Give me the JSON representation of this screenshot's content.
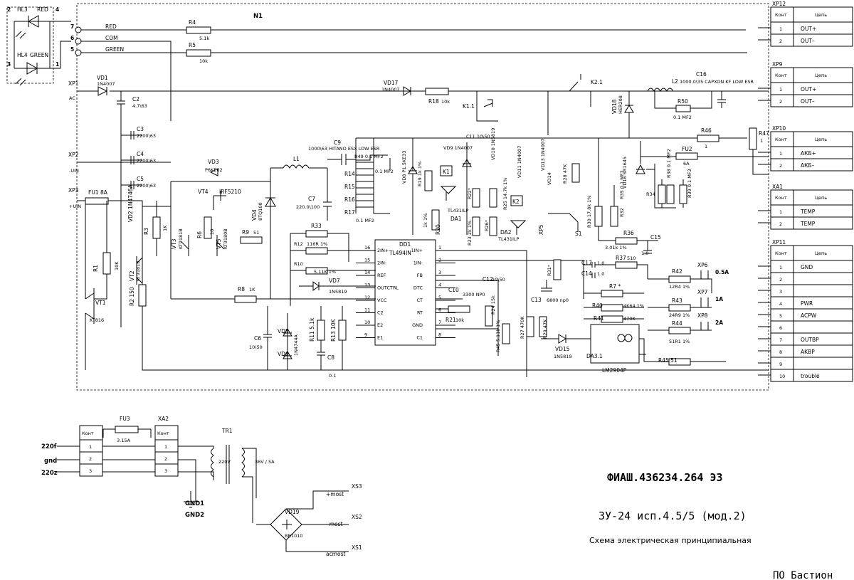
{
  "block_title": "N1",
  "title": {
    "code": "ФИАШ.436234.264 Э3",
    "device": "ЗУ-24 исп.4.5/5 (мод.2)",
    "sheet": "Схема электрическая принципиальная",
    "company": "ПО Бастион"
  },
  "column_headers": {
    "pin": "Конт",
    "circuit": "Цепь"
  },
  "connectors": {
    "xp12": {
      "name": "XP12",
      "rows": [
        {
          "pin": "1",
          "circuit": "OUT+"
        },
        {
          "pin": "2",
          "circuit": "OUT–"
        }
      ]
    },
    "xp9": {
      "name": "XP9",
      "rows": [
        {
          "pin": "1",
          "circuit": "OUT+"
        },
        {
          "pin": "2",
          "circuit": "OUT–"
        }
      ]
    },
    "xp10": {
      "name": "XP10",
      "rows": [
        {
          "pin": "1",
          "circuit": "АКБ+"
        },
        {
          "pin": "2",
          "circuit": "АКБ–"
        }
      ]
    },
    "xa1": {
      "name": "XA1",
      "rows": [
        {
          "pin": "1",
          "circuit": "TEMP"
        },
        {
          "pin": "2",
          "circuit": "TEMP"
        }
      ]
    },
    "xp11": {
      "name": "XP11",
      "rows": [
        {
          "pin": "1",
          "circuit": "GND"
        },
        {
          "pin": "2",
          "circuit": ""
        },
        {
          "pin": "3",
          "circuit": ""
        },
        {
          "pin": "4",
          "circuit": "PWR"
        },
        {
          "pin": "5",
          "circuit": "ACPW"
        },
        {
          "pin": "6",
          "circuit": ""
        },
        {
          "pin": "7",
          "circuit": "OUTBP"
        },
        {
          "pin": "8",
          "circuit": "AKBP"
        },
        {
          "pin": "9",
          "circuit": ""
        },
        {
          "pin": "10",
          "circuit": "trouble"
        }
      ]
    },
    "xa_left": {
      "rows": [
        {
          "pin": "1"
        },
        {
          "pin": "2"
        },
        {
          "pin": "3"
        }
      ]
    },
    "xa2": {
      "name": "XA2",
      "rows": [
        {
          "pin": "1"
        },
        {
          "pin": "2"
        },
        {
          "pin": "3"
        }
      ]
    }
  },
  "leds": {
    "hl3": "HL3",
    "hl3_color": "RED",
    "hl4": "HL4",
    "hl4_color": "GREEN",
    "pins": [
      "2",
      "4",
      "3",
      "1"
    ],
    "lines": [
      {
        "pin": "7",
        "net": "RED"
      },
      {
        "pin": "6",
        "net": "COM"
      },
      {
        "pin": "5",
        "net": "GREEN"
      }
    ]
  },
  "ports_left": [
    {
      "name": "XP1",
      "net": "AC"
    },
    {
      "name": "XP2",
      "net": "-UIN"
    },
    {
      "name": "XP3",
      "net": "+UIN"
    }
  ],
  "ic": {
    "dd1": "DD1",
    "dd1_type": "TL494IN",
    "pins_left": [
      {
        "num": "16",
        "name": "2IN+"
      },
      {
        "num": "15",
        "name": "2IN-"
      },
      {
        "num": "14",
        "name": "REF"
      },
      {
        "num": "13",
        "name": "OUTCTRL"
      },
      {
        "num": "12",
        "name": "VCC"
      },
      {
        "num": "11",
        "name": "C2"
      },
      {
        "num": "10",
        "name": "E2"
      },
      {
        "num": "9",
        "name": "E1"
      }
    ],
    "pins_right": [
      {
        "num": "1",
        "name": "1IN+"
      },
      {
        "num": "2",
        "name": "1IN-"
      },
      {
        "num": "3",
        "name": "FB"
      },
      {
        "num": "4",
        "name": "DTC"
      },
      {
        "num": "5",
        "name": "CT"
      },
      {
        "num": "6",
        "name": "RT"
      },
      {
        "num": "7",
        "name": "GND"
      },
      {
        "num": "8",
        "name": "C1"
      }
    ],
    "da3": "DA3.1",
    "da3_type": "LM2904P"
  },
  "labels": {
    "vd1": "VD1",
    "vd1_val": "1N4007",
    "c2": "C2",
    "c2_val": "4.7\\63",
    "c3": "C3",
    "c3_val": "2200\\63",
    "c4": "C4",
    "c4_val": "2200\\63",
    "c5": "C5",
    "c5_val": "2200\\63",
    "fu1": "FU1 8A",
    "r4": "R4",
    "r4_val": "5.1k",
    "r5": "R5",
    "r5_val": "10k",
    "vd17": "VD17",
    "vd17_val": "1N4007",
    "r18": "R18",
    "r18_val": "10k",
    "k11": "K1.1",
    "k21": "K2.1",
    "vd18": "VD18",
    "vd18_val": "HER208",
    "l2": "L2",
    "c16": "C16",
    "c16_val": "1000.0\\35 CAPXON KF LOW ESR",
    "r50": "R50",
    "r50_val": "0.1 MF2",
    "r46": "R46",
    "r46_val": "1",
    "r47": "R47",
    "r47_val": "1",
    "fu2": "FU2",
    "fu2_val": "6A",
    "c9": "C9",
    "c9_val": "1000\\63 HITANO ESX LOW ESR",
    "r49": "R49 0.1 MF2",
    "r14": "R14",
    "r15": "R15",
    "r16": "R16",
    "r17": "R17",
    "r_mf2": "0.1 MF2",
    "vd3": "VD3",
    "vd3_val": "P6KE62",
    "vt4": "VT4",
    "vt4_val": "IRF5210",
    "l1": "L1",
    "c7": "C7",
    "c7_val": "220.0\\100",
    "vd4": "VD4",
    "vd4_val": "8TQ100",
    "vt3": "VT3",
    "vt3_val": "KT9181B",
    "r6": "R6",
    "r6_val": "10",
    "vt5": "VT5",
    "vt5_val": "KT9180B",
    "vd2": "VD2 1N4746A",
    "r3": "R3",
    "r3_val": "1K",
    "r9": "R9",
    "r9_val": "51",
    "r1": "R1",
    "r1_val": "10K",
    "vt2": "VT2",
    "vt2_val": "KT9181B",
    "r2": "R2 150",
    "vt1": "VT1",
    "vt1_val": "KT816",
    "r8": "R8",
    "r8_val": "1K",
    "r33": "R33",
    "r12": "R12",
    "r12_val": "116R 1%",
    "r10": "R10",
    "r10_val": "5.11K 1%",
    "vd7": "VD7",
    "vd7_val": "1N5819",
    "c6": "C6",
    "c6_val": "10\\50",
    "vd5": "VD5",
    "vd6": "VD6",
    "vd56_val": "1N4744A",
    "r11": "R11 5.1k",
    "r13": "R13 10K",
    "c8": "C8",
    "c8_val": "0.1",
    "vd8": "VD8 P1.5KE33",
    "r19": "R19 1k 1%",
    "r20": "R20",
    "r20_val": "1k 1%",
    "c11": "C11 10\\50",
    "vd9": "VD9 1N4007",
    "k1": "K1",
    "da1": "DA1",
    "da1_val": "TL431ILP",
    "vd10": "VD10 1N5819",
    "vd11": "VD11 1N4007",
    "vd13": "VD13 1N4007",
    "vd14": "VD14",
    "r28": "R28 47K",
    "k2": "K2",
    "da2": "DA2",
    "da2_val": "TL431ILP",
    "r22": "R22*",
    "r25": "R25 14.7k 1%",
    "r23": "R23 2k 1%",
    "r26": "R26*",
    "xp5": "XP5",
    "s1": "S1",
    "r30": "R30 17.8k 1%",
    "r32": "R32",
    "r35": "R35 0.1 MF2",
    "vd16": "VD16 SR1645",
    "r38": "R38 0.1 MF2",
    "r34": "R34",
    "r39": "R39 0.1 MF2",
    "r36": "R36",
    "r36_val": "3.01k 1%",
    "c15": "C15",
    "c15_val": "1.0",
    "c17": "C17",
    "c17_val": "1.0",
    "c14": "C14",
    "c14_val": "1.0",
    "r37": "R37",
    "r37_val": "510",
    "r31": "R31*",
    "c13": "C13",
    "c13_val": "6800 np0",
    "c10": "C10",
    "c10_val": "3300 NP0",
    "c12": "C12",
    "c12_val": "10\\50",
    "r21": "R21",
    "r21_val": "10k",
    "r24": "R24 15k",
    "r45b": "R45 5.11k 1%",
    "r27": "R27 470K",
    "r29": "R29 47K",
    "vd15": "VD15",
    "vd15_val": "1N5819",
    "r7": "R7 *",
    "r40": "R40",
    "r40_val": "4K64 1%",
    "r41": "R41",
    "r41_val": "470K",
    "r42": "R42",
    "r42_val": "12R4 1%",
    "r43": "R43",
    "r43_val": "24R9 1%",
    "r44": "R44",
    "r44_val": "51R1 1%",
    "r45": "R45 51",
    "xp6": "XP6",
    "xp6_val": "0.5A",
    "xp7": "XP7",
    "xp7_val": "1A",
    "xp8": "XP8",
    "xp8_val": "2A",
    "in_220f": "220f",
    "in_gnd": "gnd",
    "in_220z": "220z",
    "fu3": "FU3",
    "fu3_val": "3.15A",
    "tr1": "TR1",
    "tr1_pri": "220V",
    "tr1_sec": "36V / 5A",
    "gnd1": "GND1",
    "gnd2": "GND2",
    "vd19": "VD19",
    "vd19_val": "BR1010",
    "xs3": "XS3",
    "xs3_net": "+most",
    "xs2": "XS2",
    "xs2_net": "-most",
    "xs1": "XS1",
    "xs1_net": "acmost"
  }
}
